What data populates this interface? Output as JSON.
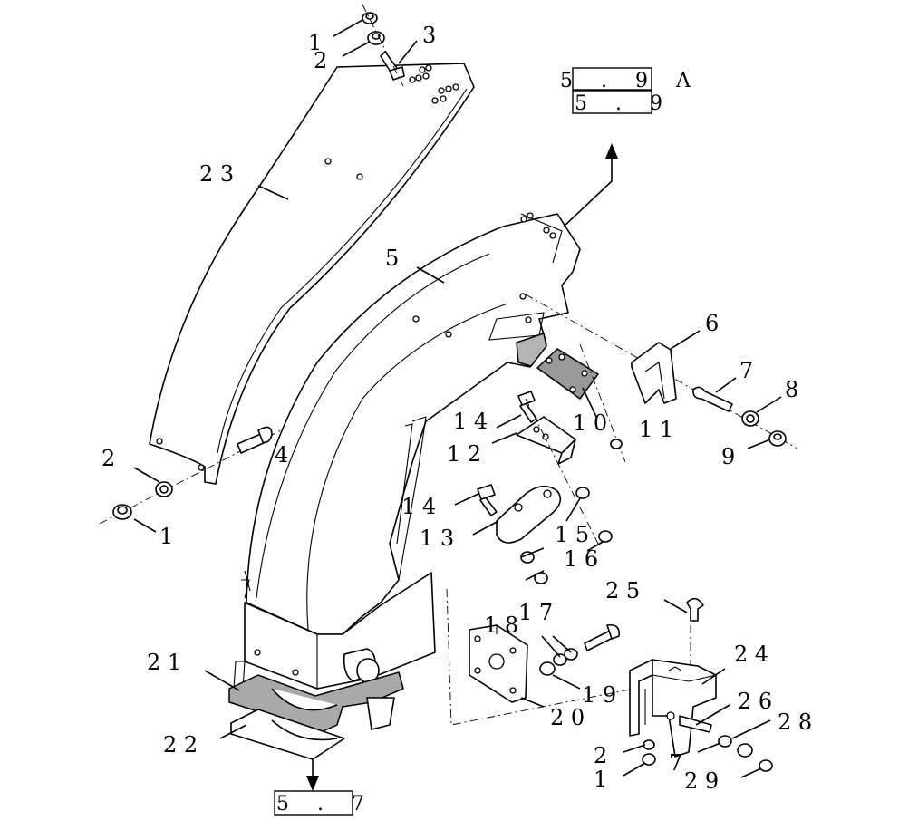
{
  "callouts": {
    "c1a": "1",
    "c2a": "2",
    "c3": "3",
    "c23": "2 3",
    "c5": "5",
    "c2b": "2",
    "c4": "4",
    "c1b": "1",
    "c6": "6",
    "c7": "7",
    "c8": "8",
    "c9": "9",
    "c10": "1 0",
    "c11": "1 1",
    "c14a": "1 4",
    "c12": "1 2",
    "c14b": "1 4",
    "c13": "1 3",
    "c15": "1 5",
    "c16": "1 6",
    "c17": "1 7",
    "c18": "1 8",
    "c19": "1 9",
    "c20": "2 0",
    "c21": "2 1",
    "c22": "2 2",
    "c25": "2 5",
    "c24": "2 4",
    "c26": "2 6",
    "c28": "2 8",
    "c2c": "2",
    "c27": "7",
    "c1c": "1",
    "c29": "2 9"
  },
  "refs": {
    "top_a": "5 . 9 A",
    "top_b": "5 . 9",
    "bottom": "5 . 7"
  }
}
